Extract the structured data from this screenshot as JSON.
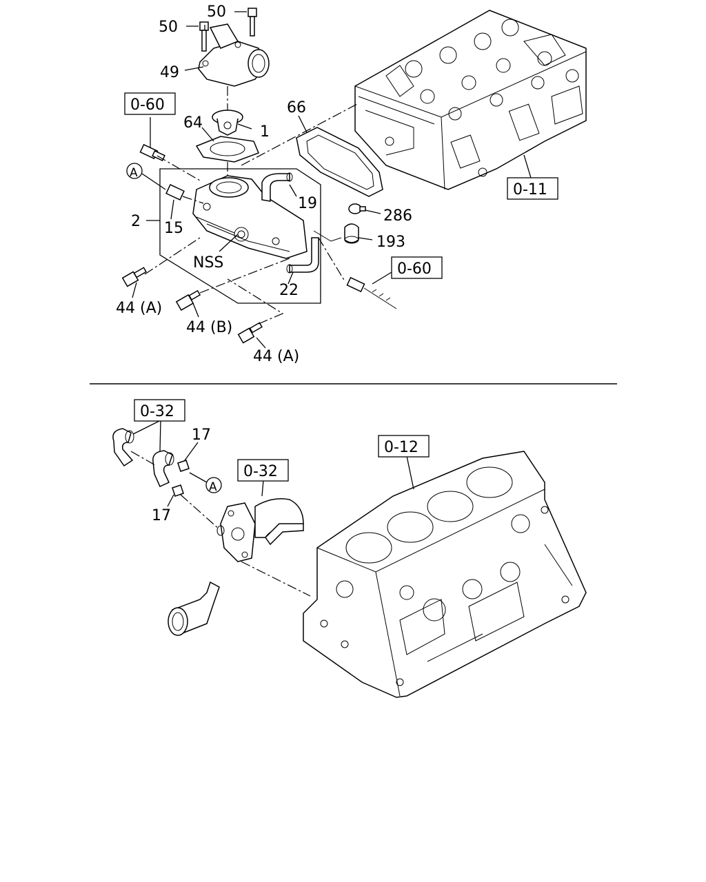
{
  "callouts": {
    "c50a": "50",
    "c50b": "50",
    "c49": "49",
    "c64": "64",
    "c1": "1",
    "c66": "66",
    "c19": "19",
    "c286": "286",
    "c193": "193",
    "c2": "2",
    "c15": "15",
    "cNSS": "NSS",
    "c22": "22",
    "c44a1": "44 (A)",
    "c44b": "44 (B)",
    "c44a2": "44 (A)",
    "c17a": "17",
    "c17b": "17"
  },
  "refs": {
    "r060a": "0-60",
    "r011": "0-11",
    "r060b": "0-60",
    "r032a": "0-32",
    "r032b": "0-32",
    "r012": "0-12"
  },
  "markers": {
    "a1": "A",
    "a2": "A"
  }
}
